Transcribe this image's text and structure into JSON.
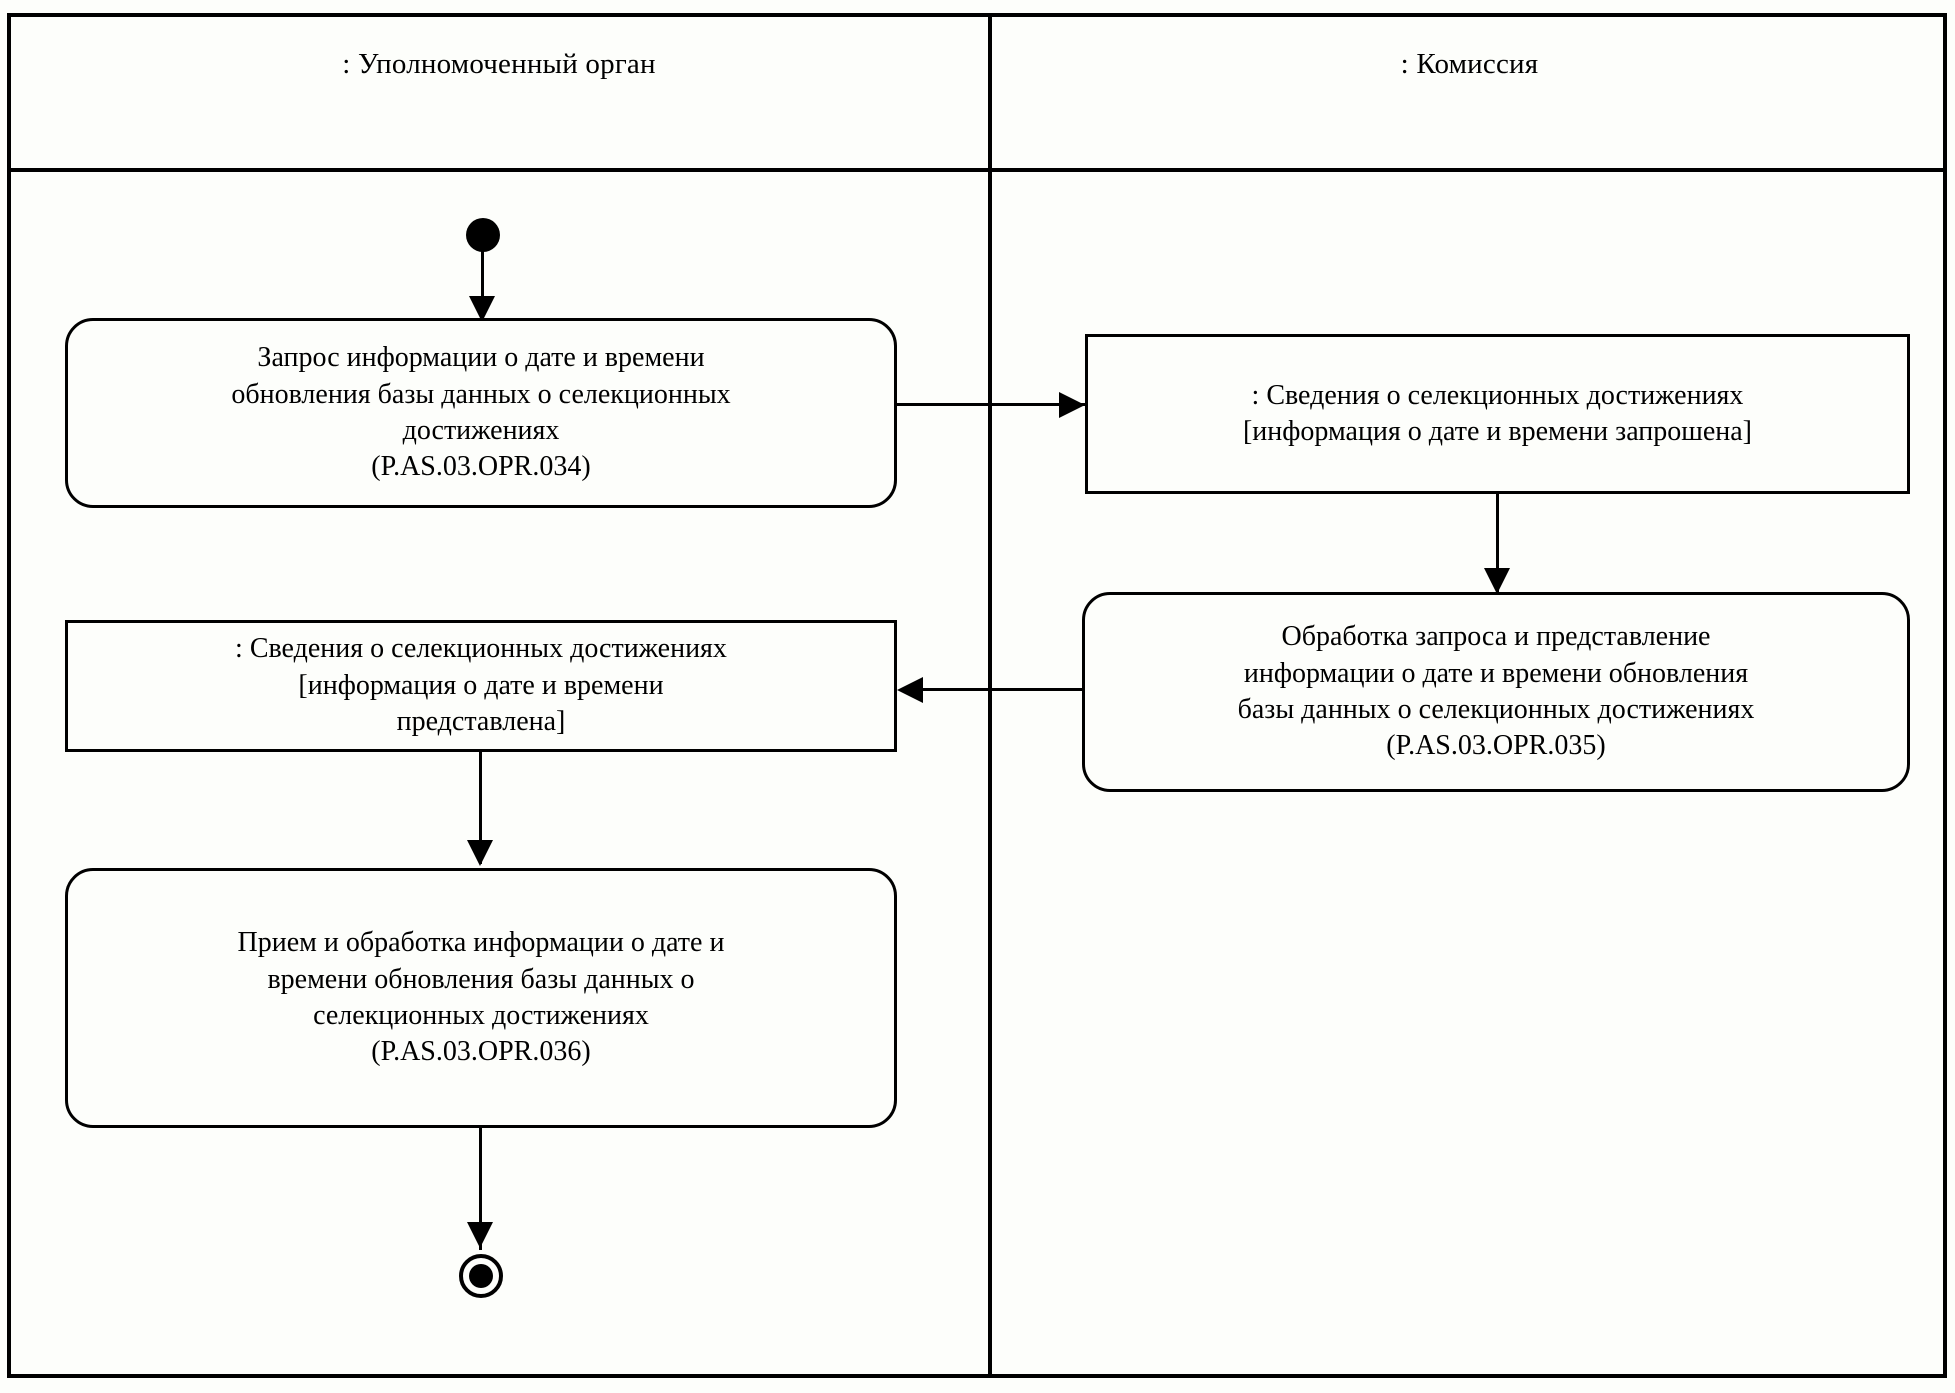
{
  "diagram": {
    "type": "uml-activity-diagram",
    "stroke_color": "#000000",
    "background_color": "#fdfefb",
    "lanes": [
      {
        "id": "left",
        "title": ": Уполномоченный орган"
      },
      {
        "id": "right",
        "title": ": Комиссия"
      }
    ]
  },
  "nodes": {
    "start": {
      "kind": "initial-node"
    },
    "activity_034": {
      "kind": "activity",
      "lane": "left",
      "lines": [
        "Запрос информации о дате и времени",
        "обновления базы данных о селекционных",
        "достижениях",
        "(P.AS.03.OPR.034)"
      ],
      "code": "P.AS.03.OPR.034"
    },
    "object_requested": {
      "kind": "object",
      "lane": "right",
      "lines": [
        ": Сведения о селекционных достижениях",
        "[информация о дате и времени запрошена]"
      ],
      "state": "информация о дате и времени запрошена"
    },
    "activity_035": {
      "kind": "activity",
      "lane": "right",
      "lines": [
        "Обработка запроса и представление",
        "информации о дате и времени обновления",
        "базы данных о селекционных достижениях",
        "(P.AS.03.OPR.035)"
      ],
      "code": "P.AS.03.OPR.035"
    },
    "object_provided": {
      "kind": "object",
      "lane": "left",
      "lines": [
        ": Сведения о селекционных достижениях",
        "[информация о дате и времени",
        "представлена]"
      ],
      "state": "информация о дате и времени представлена"
    },
    "activity_036": {
      "kind": "activity",
      "lane": "left",
      "lines": [
        "Прием и обработка информации о дате и",
        "времени обновления базы данных о",
        "селекционных достижениях",
        "(P.AS.03.OPR.036)"
      ],
      "code": "P.AS.03.OPR.036"
    },
    "end": {
      "kind": "final-node"
    }
  },
  "edges": [
    {
      "from": "start",
      "to": "activity_034",
      "direction": "down"
    },
    {
      "from": "activity_034",
      "to": "object_requested",
      "direction": "right"
    },
    {
      "from": "object_requested",
      "to": "activity_035",
      "direction": "down"
    },
    {
      "from": "activity_035",
      "to": "object_provided",
      "direction": "left"
    },
    {
      "from": "object_provided",
      "to": "activity_036",
      "direction": "down"
    },
    {
      "from": "activity_036",
      "to": "end",
      "direction": "down"
    }
  ]
}
